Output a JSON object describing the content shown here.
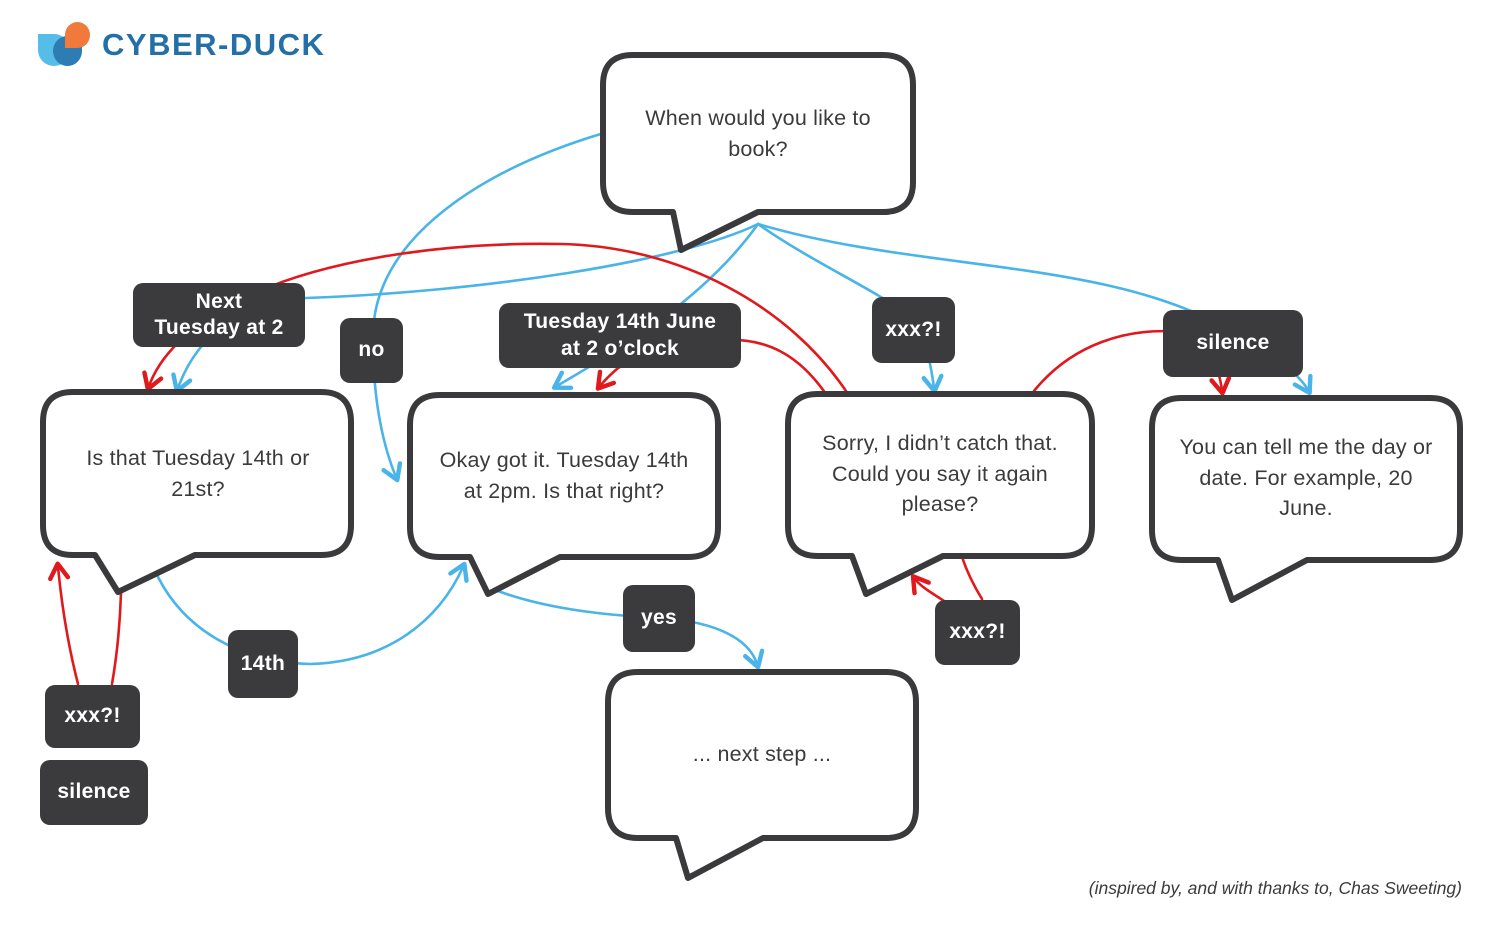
{
  "logo": {
    "text": "CYBER-DUCK"
  },
  "colors": {
    "arrow_blue": "#49b4e7",
    "arrow_red": "#e0191c",
    "tag_dark": "#3b3b3d",
    "bubble_border": "#3a3a3c",
    "logo_blue": "#2470a6",
    "logo_light_blue": "#56bde8",
    "logo_mid_blue": "#2d7cb3",
    "logo_orange": "#f0793b"
  },
  "bubbles": [
    {
      "id": "when-book",
      "text": "When would you like to book?"
    },
    {
      "id": "which-date",
      "text": "Is that Tuesday 14th or 21st?"
    },
    {
      "id": "confirm",
      "text": "Okay got it. Tuesday 14th at 2pm. Is that right?"
    },
    {
      "id": "sorry",
      "text": "Sorry, I didn’t catch that. Could you say it again please?"
    },
    {
      "id": "hint",
      "text": "You can tell me the day or date. For example, 20 June."
    },
    {
      "id": "next-step",
      "text": "... next step ..."
    }
  ],
  "labels": [
    {
      "id": "next-tuesday",
      "text": "Next\nTuesday at 2"
    },
    {
      "id": "no",
      "text": "no"
    },
    {
      "id": "june",
      "text": "Tuesday 14th June\nat 2 o’clock"
    },
    {
      "id": "xxx-top",
      "text": "xxx?!"
    },
    {
      "id": "silence-top",
      "text": "silence"
    },
    {
      "id": "yes",
      "text": "yes"
    },
    {
      "id": "fourteenth",
      "text": "14th"
    },
    {
      "id": "xxx-left",
      "text": "xxx?!"
    },
    {
      "id": "silence-left",
      "text": "silence"
    },
    {
      "id": "xxx-sorry",
      "text": "xxx?!"
    }
  ],
  "attribution": "(inspired by, and with thanks to, Chas Sweeting)"
}
